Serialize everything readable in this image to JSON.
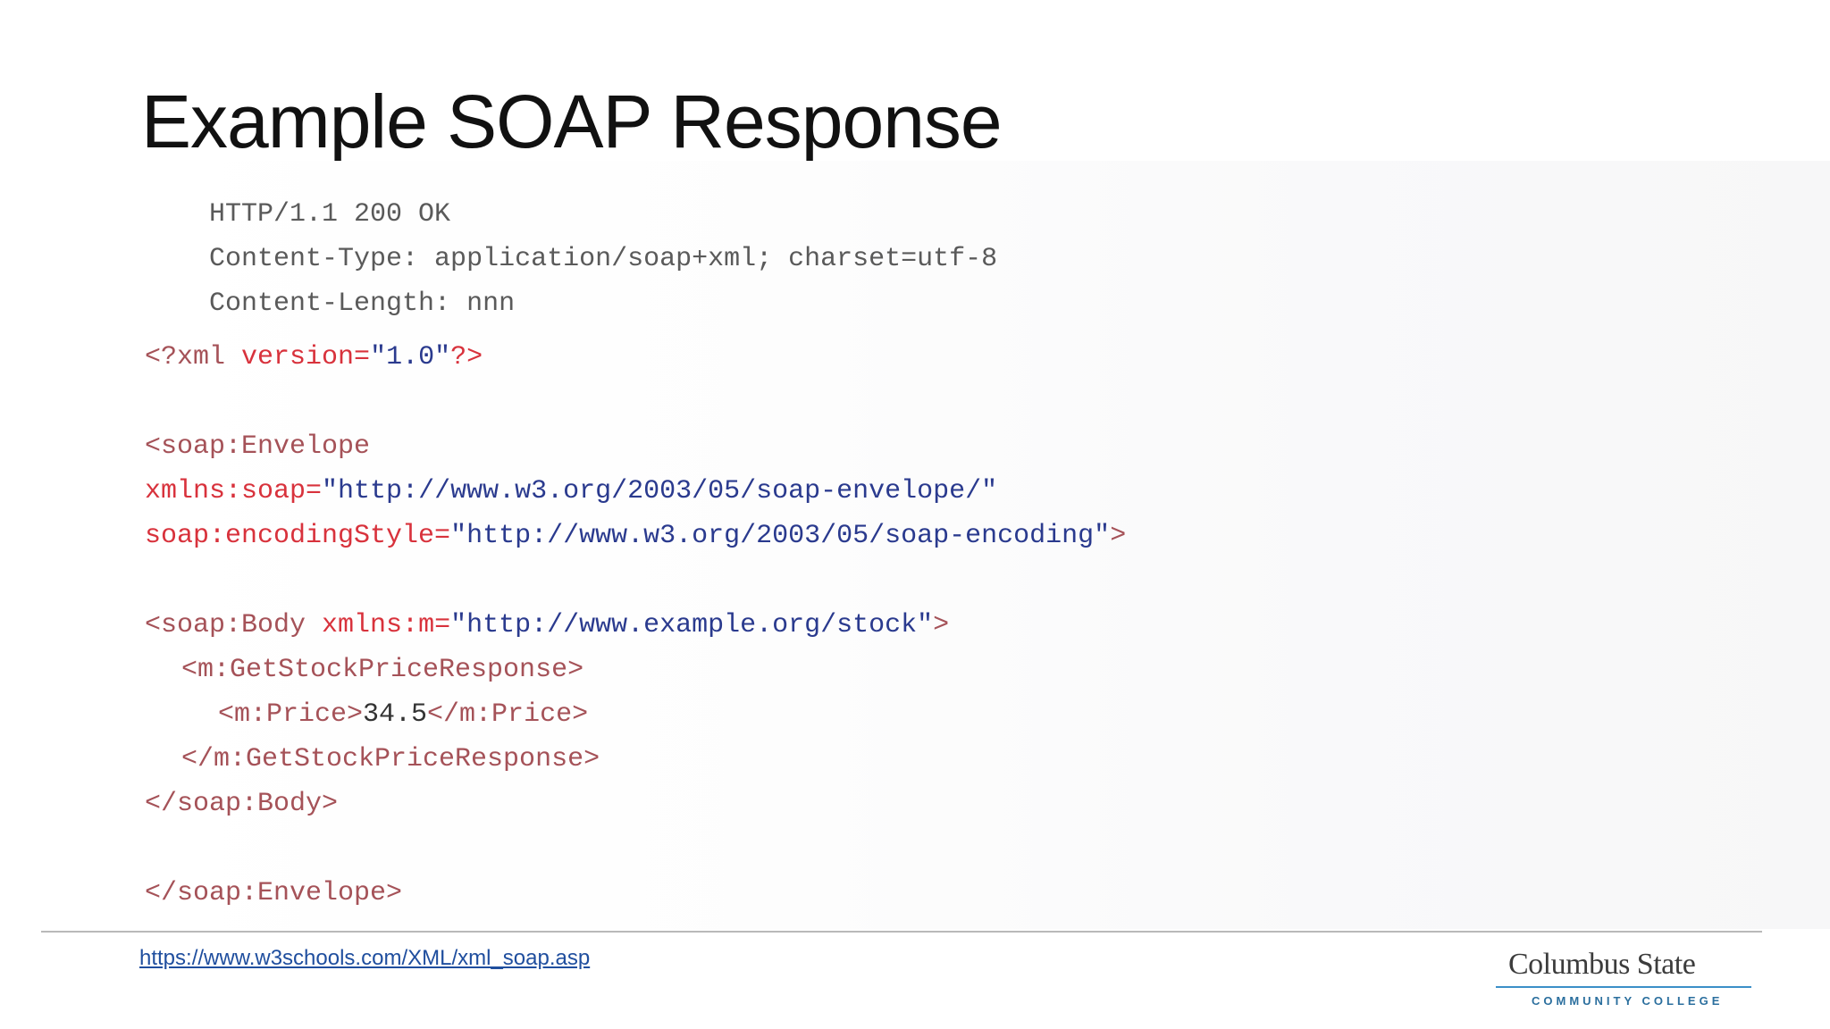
{
  "slide": {
    "title": "Example SOAP Response"
  },
  "code": {
    "http_status": "HTTP/1.1 200 OK",
    "content_type": "Content-Type: application/soap+xml; charset=utf-8",
    "content_length": "Content-Length: nnn",
    "xml_decl_open": "<?xml ",
    "xml_decl_attr": "version=",
    "xml_decl_val": "\"1.0\"",
    "xml_decl_close": "?>",
    "envelope_open": "<soap:Envelope",
    "xmlns_soap_attr": "xmlns:soap=",
    "xmlns_soap_val": "\"http://www.w3.org/2003/05/soap-envelope/\"",
    "encoding_attr": "soap:encodingStyle=",
    "encoding_val": "\"http://www.w3.org/2003/05/soap-encoding\"",
    "encoding_close": ">",
    "body_open": "<soap:Body ",
    "body_attr": "xmlns:m=",
    "body_val": "\"http://www.example.org/stock\"",
    "body_close": ">",
    "response_open": "<m:GetStockPriceResponse>",
    "price_open": "<m:Price>",
    "price_value": "34.5",
    "price_close": "</m:Price>",
    "response_close": "</m:GetStockPriceResponse>",
    "body_end": "</soap:Body>",
    "envelope_end": "</soap:Envelope>"
  },
  "footer": {
    "source_url": "https://www.w3schools.com/XML/xml_soap.asp",
    "logo_name": "Columbus State",
    "logo_sub": "COMMUNITY COLLEGE"
  },
  "colors": {
    "tag": "#a55258",
    "attribute": "#d8323c",
    "value": "#2a3a8e",
    "plain": "#5a5a5a",
    "link": "#1f4e9e",
    "logo_accent": "#3b8fc8"
  }
}
